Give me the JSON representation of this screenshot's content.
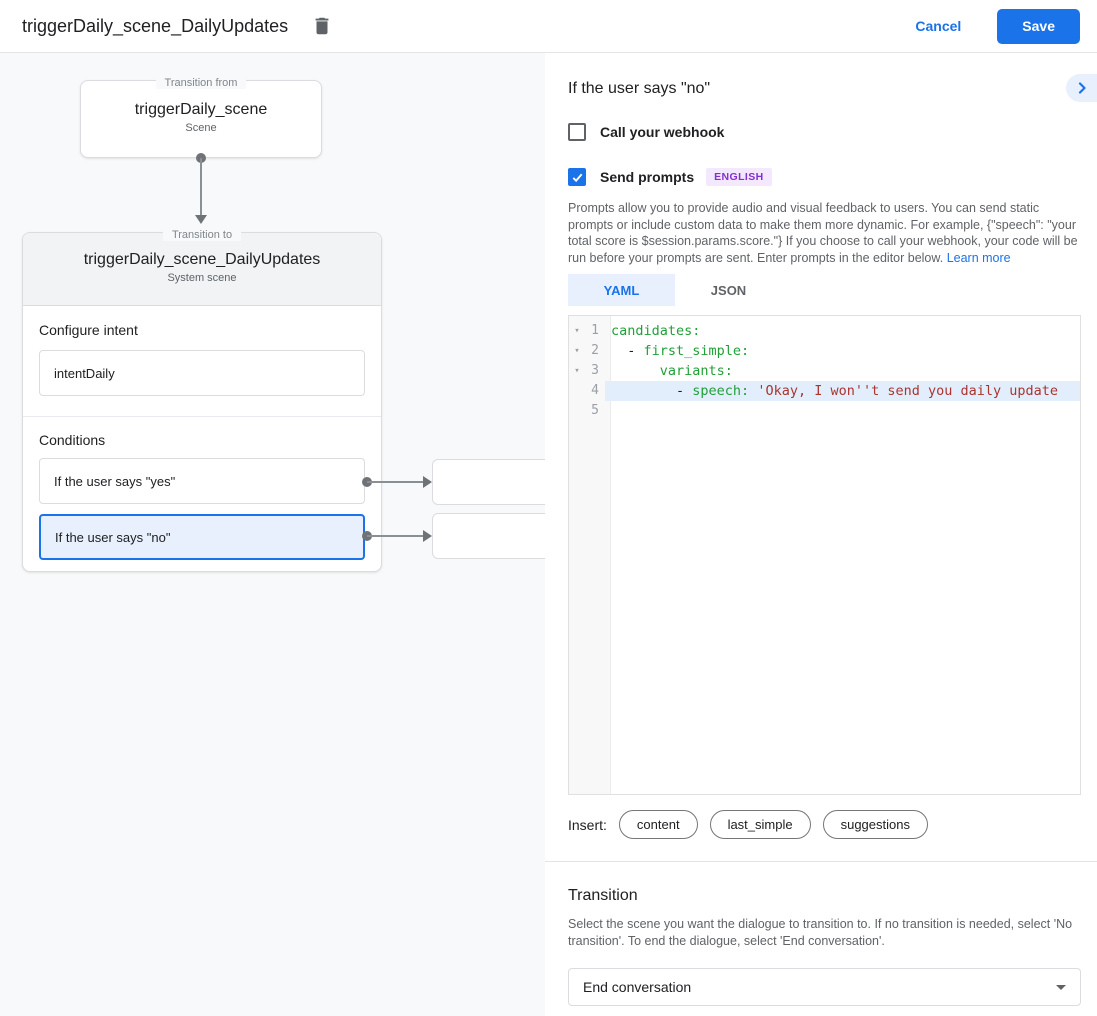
{
  "top_bar": {
    "title": "triggerDaily_scene_DailyUpdates",
    "cancel_label": "Cancel",
    "save_label": "Save"
  },
  "canvas": {
    "from_card": {
      "legend": "Transition from",
      "title": "triggerDaily_scene",
      "subtitle": "Scene"
    },
    "to_card": {
      "legend": "Transition to",
      "title": "triggerDaily_scene_DailyUpdates",
      "subtitle": "System scene",
      "configure_intent_label": "Configure intent",
      "intent_value": "intentDaily",
      "conditions_label": "Conditions",
      "conditions": [
        {
          "label": "If the user says \"yes\"",
          "selected": false
        },
        {
          "label": "If the user says \"no\"",
          "selected": true
        }
      ]
    }
  },
  "panel": {
    "title": "If the user says \"no\"",
    "webhook_label": "Call your webhook",
    "webhook_checked": false,
    "send_prompts_label": "Send prompts",
    "send_prompts_checked": true,
    "language_badge": "ENGLISH",
    "description": "Prompts allow you to provide audio and visual feedback to users. You can send static prompts or include custom data to make them more dynamic. For example, {\"speech\": \"your total score is $session.params.score.\"} If you choose to call your webhook, your code will be run before your prompts are sent. Enter prompts in the editor below.",
    "learn_more_label": "Learn more",
    "tabs": [
      {
        "label": "YAML",
        "active": true
      },
      {
        "label": "JSON",
        "active": false
      }
    ],
    "editor_lines": [
      {
        "num": "1",
        "fold": true,
        "highlight": false,
        "segments": [
          {
            "t": "candidates:",
            "c": "key"
          }
        ]
      },
      {
        "num": "2",
        "fold": true,
        "highlight": false,
        "segments": [
          {
            "t": "  - ",
            "c": "plain"
          },
          {
            "t": "first_simple:",
            "c": "key"
          }
        ]
      },
      {
        "num": "3",
        "fold": true,
        "highlight": false,
        "segments": [
          {
            "t": "      ",
            "c": "plain"
          },
          {
            "t": "variants:",
            "c": "key"
          }
        ]
      },
      {
        "num": "4",
        "fold": false,
        "highlight": true,
        "segments": [
          {
            "t": "        - ",
            "c": "plain"
          },
          {
            "t": "speech:",
            "c": "key"
          },
          {
            "t": " ",
            "c": "plain"
          },
          {
            "t": "'Okay, I won''t send you daily update",
            "c": "string"
          }
        ]
      },
      {
        "num": "5",
        "fold": false,
        "highlight": false,
        "segments": []
      }
    ],
    "insert_label": "Insert:",
    "insert_chips": [
      "content",
      "last_simple",
      "suggestions"
    ],
    "transition": {
      "title": "Transition",
      "description": "Select the scene you want the dialogue to transition to. If no transition is needed, select 'No transition'. To end the dialogue, select 'End conversation'.",
      "selected_value": "End conversation"
    }
  },
  "colors": {
    "accent_blue": "#1a73e8",
    "selection_blue_bg": "#e8f0fe",
    "code_key_green": "#21a038",
    "code_string_red": "#ab342e",
    "badge_purple_bg": "#f3e8fd",
    "badge_purple_text": "#8430ce",
    "canvas_bg": "#f8f9fa"
  }
}
